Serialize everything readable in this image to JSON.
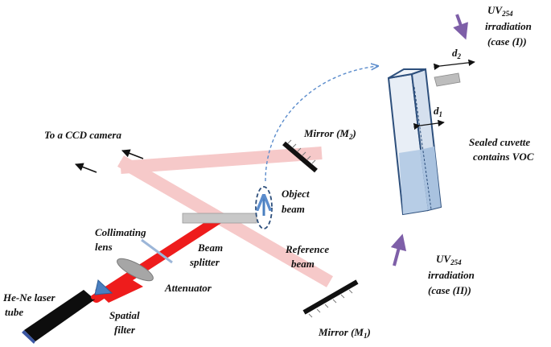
{
  "labels": {
    "to_ccd": "To a CCD camera",
    "mirror2_main": "Mirror (M",
    "mirror2_sub": "2",
    "mirror2_close": ")",
    "mirror1_main": "Mirror (M",
    "mirror1_sub": "1",
    "mirror1_close": ")",
    "object_beam_1": "Object",
    "object_beam_2": "beam",
    "reference_beam_1": "Reference",
    "reference_beam_2": "beam",
    "collimating_1": "Collimating",
    "collimating_2": "lens",
    "beam_splitter_1": "Beam",
    "beam_splitter_2": "splitter",
    "attenuator": "Attenuator",
    "laser_1": "He-Ne laser",
    "laser_2": "tube",
    "spatial_1": "Spatial",
    "spatial_2": "filter",
    "cuvette_1": "Sealed cuvette",
    "cuvette_2": "contains VOC",
    "d1_main": "d",
    "d1_sub": "1",
    "d2_main": "d",
    "d2_sub": "2",
    "uv1_main": "UV",
    "uv1_sub": "254",
    "uv1_line2": "irradiation",
    "uv1_line3": "(case (I))",
    "uv2_main": "UV",
    "uv2_sub": "254",
    "uv2_line2": "irradiation",
    "uv2_line3": "(case (II))"
  },
  "colors": {
    "beam_pale": "#f6c9c9",
    "beam_strong": "#ee1c1c",
    "uv_arrow": "#7e5fa8",
    "cuvette_fill": "#b7cde6",
    "cuvette_edge": "#2d4f7c",
    "dashed_path": "#5b8ccc"
  }
}
